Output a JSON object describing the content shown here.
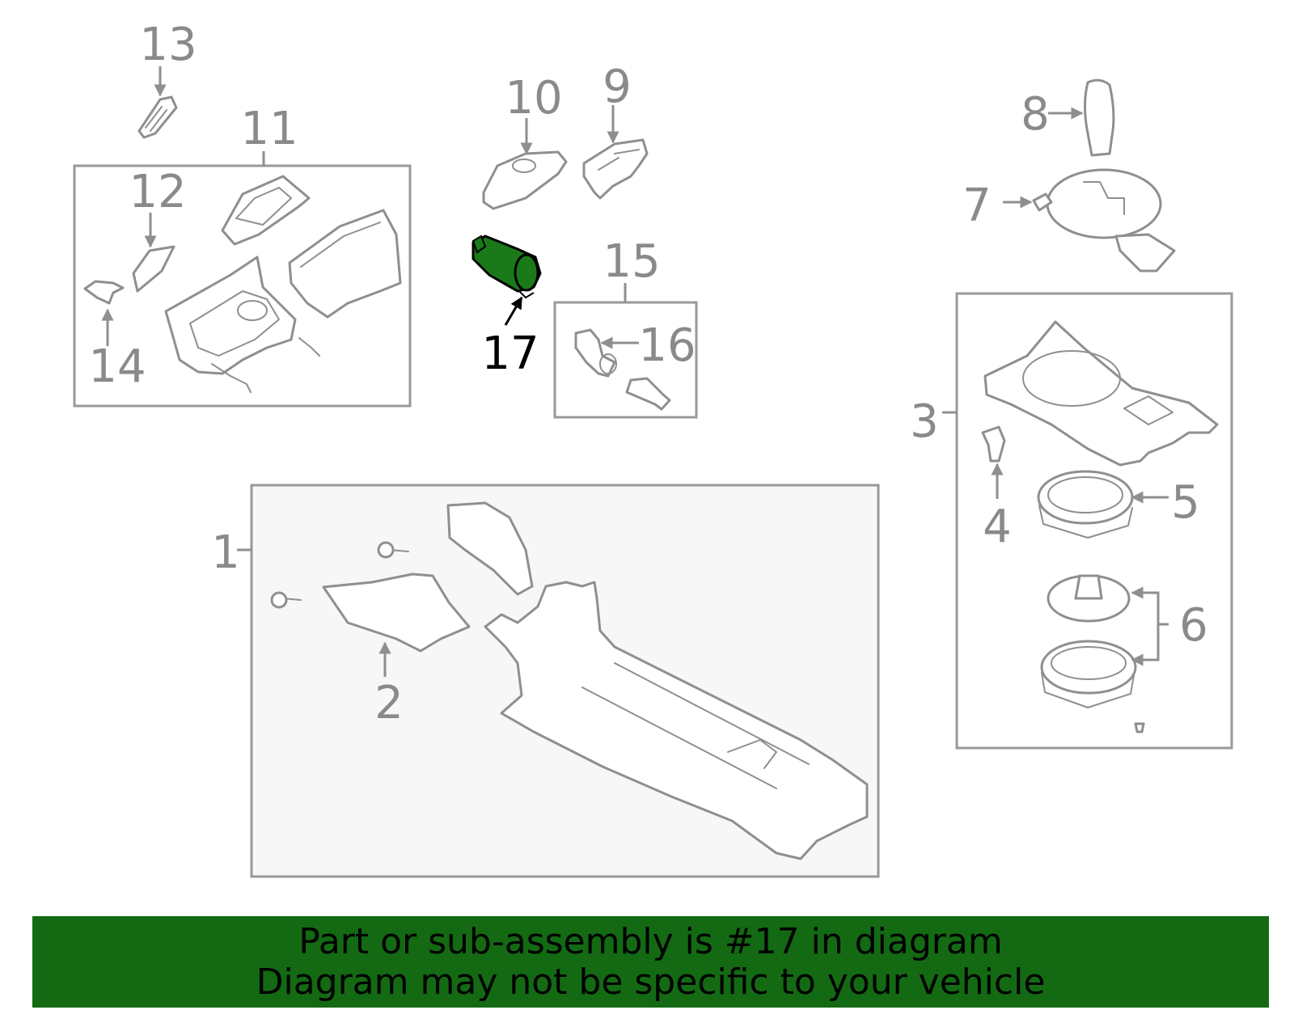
{
  "callouts": {
    "c1": "1",
    "c2": "2",
    "c3": "3",
    "c4": "4",
    "c5": "5",
    "c6": "6",
    "c7": "7",
    "c8": "8",
    "c9": "9",
    "c10": "10",
    "c11": "11",
    "c12": "12",
    "c13": "13",
    "c14": "14",
    "c15": "15",
    "c16": "16",
    "c17": "17"
  },
  "highlight": {
    "part_number": "17",
    "color": "#136a13"
  },
  "footer": {
    "line1": "Part or sub-assembly is #17 in diagram",
    "line2": "Diagram may not be specific to your vehicle"
  }
}
